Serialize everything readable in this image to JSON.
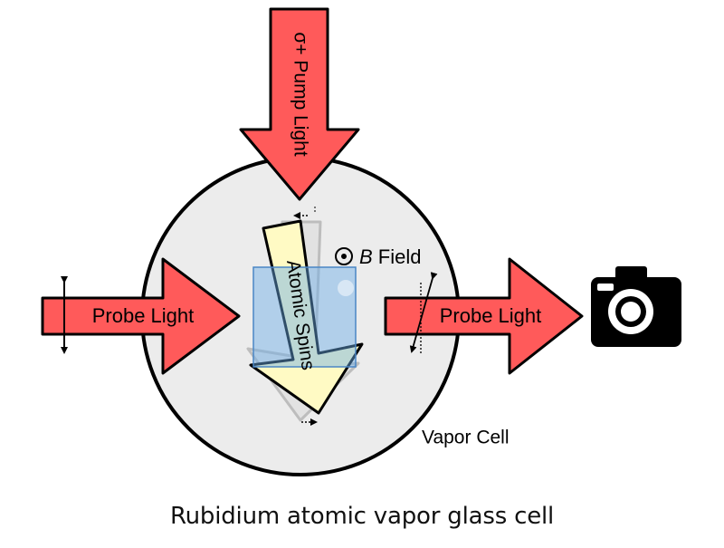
{
  "diagram": {
    "pump_label": "σ+ Pump Light",
    "probe_in_label": "Probe Light",
    "probe_out_label": "Probe Light",
    "spins_label": "Atomic Spins",
    "field_symbol": "B",
    "field_label": " Field",
    "cell_label": "Vapor Cell"
  },
  "caption": "Rubidium atomic vapor glass cell",
  "colors": {
    "arrow_red": "#ff5a5a",
    "spin_yellow": "#fffac4",
    "spin_shadow": "#dcdcdc",
    "overlay_blue": "#6aaee8",
    "cell_fill": "#ececec",
    "camera": "#000000"
  },
  "icons": [
    "camera-icon",
    "field-out-of-page-icon",
    "polarization-arrow-icon"
  ]
}
